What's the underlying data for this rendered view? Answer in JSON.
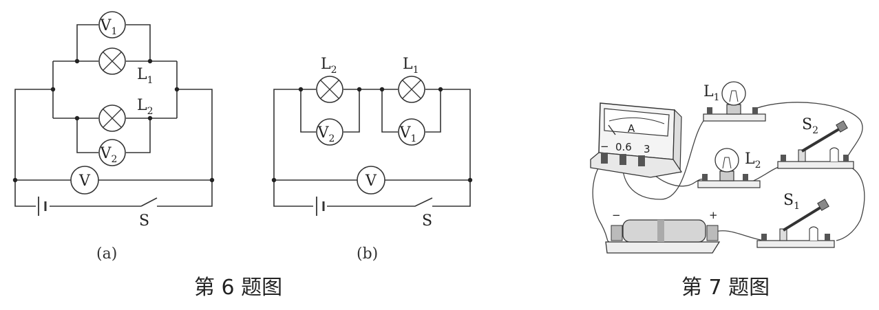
{
  "fig6": {
    "a": {
      "V1": [
        "V",
        "1"
      ],
      "V2": [
        "V",
        "2"
      ],
      "V": "V",
      "L1": [
        "L",
        "1"
      ],
      "L2": [
        "L",
        "2"
      ],
      "S": "S",
      "caption": "(a)"
    },
    "b": {
      "V1": [
        "V",
        "1"
      ],
      "V2": [
        "V",
        "2"
      ],
      "V": "V",
      "L1": [
        "L",
        "1"
      ],
      "L2": [
        "L",
        "2"
      ],
      "S": "S",
      "caption": "(b)"
    },
    "title": "第 6 题图"
  },
  "fig7": {
    "ammeter": {
      "unit": "A",
      "terminals": [
        "−",
        "0.6",
        "3"
      ]
    },
    "L1": [
      "L",
      "1"
    ],
    "L2": [
      "L",
      "2"
    ],
    "S1": [
      "S",
      "1"
    ],
    "S2": [
      "S",
      "2"
    ],
    "battery": {
      "neg": "−",
      "pos": "+"
    },
    "title": "第 7 题图"
  }
}
